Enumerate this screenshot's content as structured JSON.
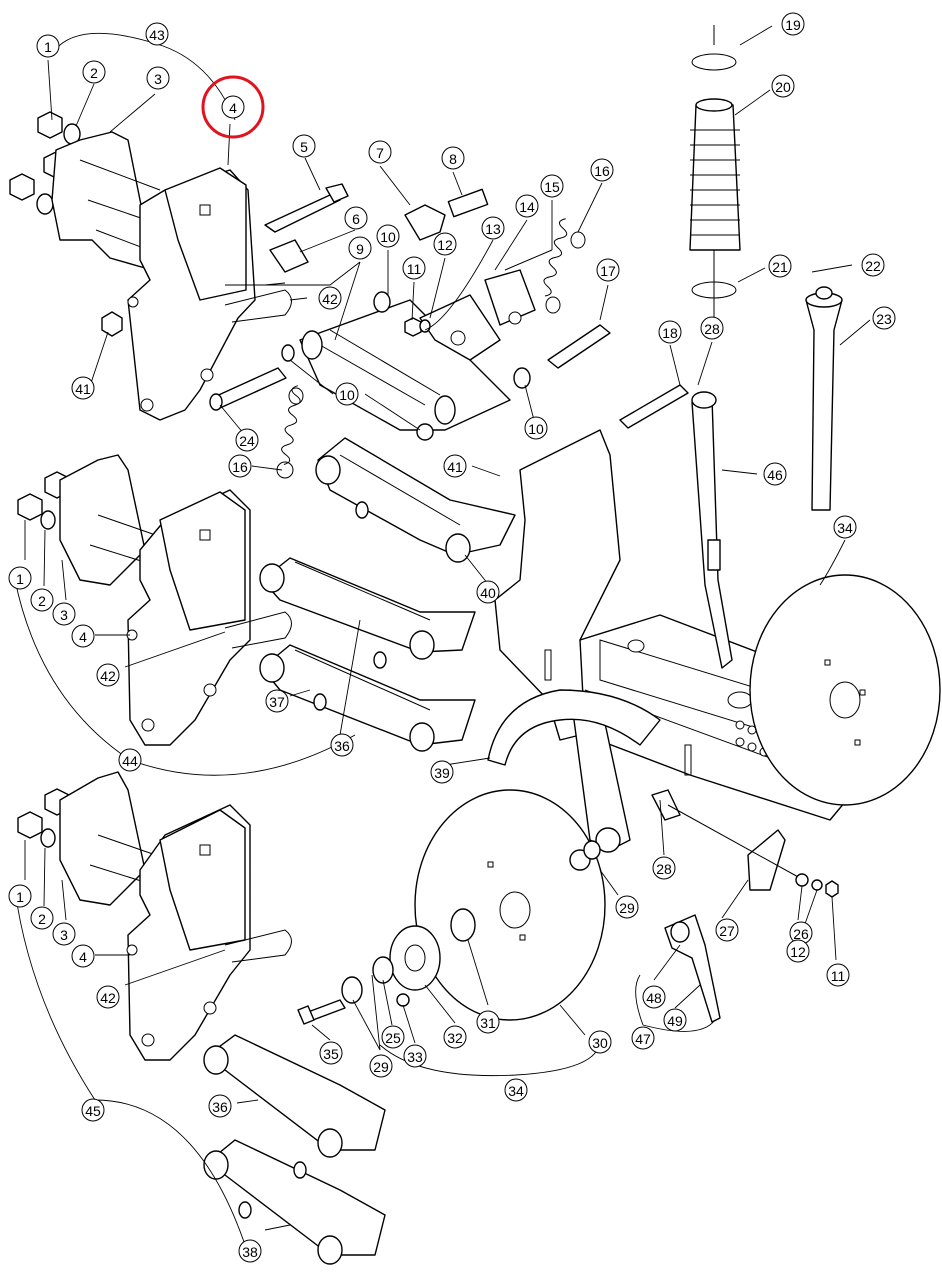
{
  "highlight_color": "#e0141e",
  "highlighted_callout": "4",
  "callouts": [
    {
      "id": "c1a",
      "label": "1"
    },
    {
      "id": "c2a",
      "label": "2"
    },
    {
      "id": "c3a",
      "label": "3"
    },
    {
      "id": "c4a",
      "label": "4"
    },
    {
      "id": "c43",
      "label": "43"
    },
    {
      "id": "c5",
      "label": "5"
    },
    {
      "id": "c6",
      "label": "6"
    },
    {
      "id": "c7",
      "label": "7"
    },
    {
      "id": "c8",
      "label": "8"
    },
    {
      "id": "c9",
      "label": "9"
    },
    {
      "id": "c10a",
      "label": "10"
    },
    {
      "id": "c11a",
      "label": "11"
    },
    {
      "id": "c12a",
      "label": "12"
    },
    {
      "id": "c13",
      "label": "13"
    },
    {
      "id": "c14",
      "label": "14"
    },
    {
      "id": "c15",
      "label": "15"
    },
    {
      "id": "c16a",
      "label": "16"
    },
    {
      "id": "c17",
      "label": "17"
    },
    {
      "id": "c18",
      "label": "18"
    },
    {
      "id": "c28a",
      "label": "28"
    },
    {
      "id": "c19",
      "label": "19"
    },
    {
      "id": "c20",
      "label": "20"
    },
    {
      "id": "c21",
      "label": "21"
    },
    {
      "id": "c22",
      "label": "22"
    },
    {
      "id": "c23",
      "label": "23"
    },
    {
      "id": "c42a",
      "label": "42"
    },
    {
      "id": "c41a",
      "label": "41"
    },
    {
      "id": "c24",
      "label": "24"
    },
    {
      "id": "c10b",
      "label": "10"
    },
    {
      "id": "c10c",
      "label": "10"
    },
    {
      "id": "c16b",
      "label": "16"
    },
    {
      "id": "c41b",
      "label": "41"
    },
    {
      "id": "c46",
      "label": "46"
    },
    {
      "id": "c34a",
      "label": "34"
    },
    {
      "id": "c40",
      "label": "40"
    },
    {
      "id": "c1b",
      "label": "1"
    },
    {
      "id": "c2b",
      "label": "2"
    },
    {
      "id": "c3b",
      "label": "3"
    },
    {
      "id": "c4b",
      "label": "4"
    },
    {
      "id": "c42b",
      "label": "42"
    },
    {
      "id": "c37",
      "label": "37"
    },
    {
      "id": "c36a",
      "label": "36"
    },
    {
      "id": "c44",
      "label": "44"
    },
    {
      "id": "c39",
      "label": "39"
    },
    {
      "id": "c28b",
      "label": "28"
    },
    {
      "id": "c29a",
      "label": "29"
    },
    {
      "id": "c27",
      "label": "27"
    },
    {
      "id": "c26",
      "label": "26"
    },
    {
      "id": "c12b",
      "label": "12"
    },
    {
      "id": "c11b",
      "label": "11"
    },
    {
      "id": "c1c",
      "label": "1"
    },
    {
      "id": "c2c",
      "label": "2"
    },
    {
      "id": "c3c",
      "label": "3"
    },
    {
      "id": "c4c",
      "label": "4"
    },
    {
      "id": "c42c",
      "label": "42"
    },
    {
      "id": "c45",
      "label": "45"
    },
    {
      "id": "c36b",
      "label": "36"
    },
    {
      "id": "c38",
      "label": "38"
    },
    {
      "id": "c35",
      "label": "35"
    },
    {
      "id": "c29b",
      "label": "29"
    },
    {
      "id": "c25",
      "label": "25"
    },
    {
      "id": "c33",
      "label": "33"
    },
    {
      "id": "c32",
      "label": "32"
    },
    {
      "id": "c31",
      "label": "31"
    },
    {
      "id": "c30",
      "label": "30"
    },
    {
      "id": "c34b",
      "label": "34"
    },
    {
      "id": "c48",
      "label": "48"
    },
    {
      "id": "c47",
      "label": "47"
    },
    {
      "id": "c49",
      "label": "49"
    }
  ]
}
